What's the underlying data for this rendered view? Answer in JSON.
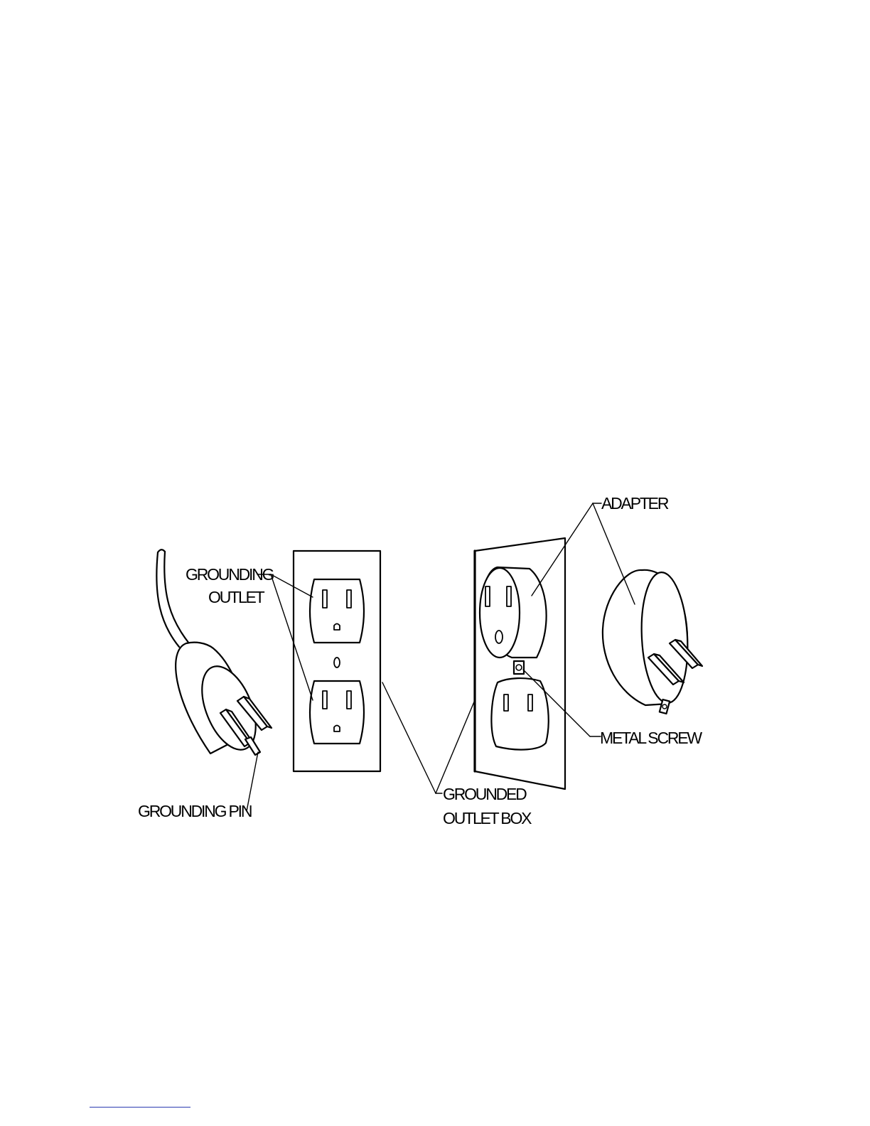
{
  "labels": {
    "grounding_outlet": [
      "GROUNDING",
      "OUTLET"
    ],
    "grounding_pin": "GROUNDING PIN",
    "grounded_outlet_box": [
      "GROUNDED",
      "OUTLET BOX"
    ],
    "adapter": "ADAPTER",
    "metal_screw": "METAL SCREW"
  }
}
